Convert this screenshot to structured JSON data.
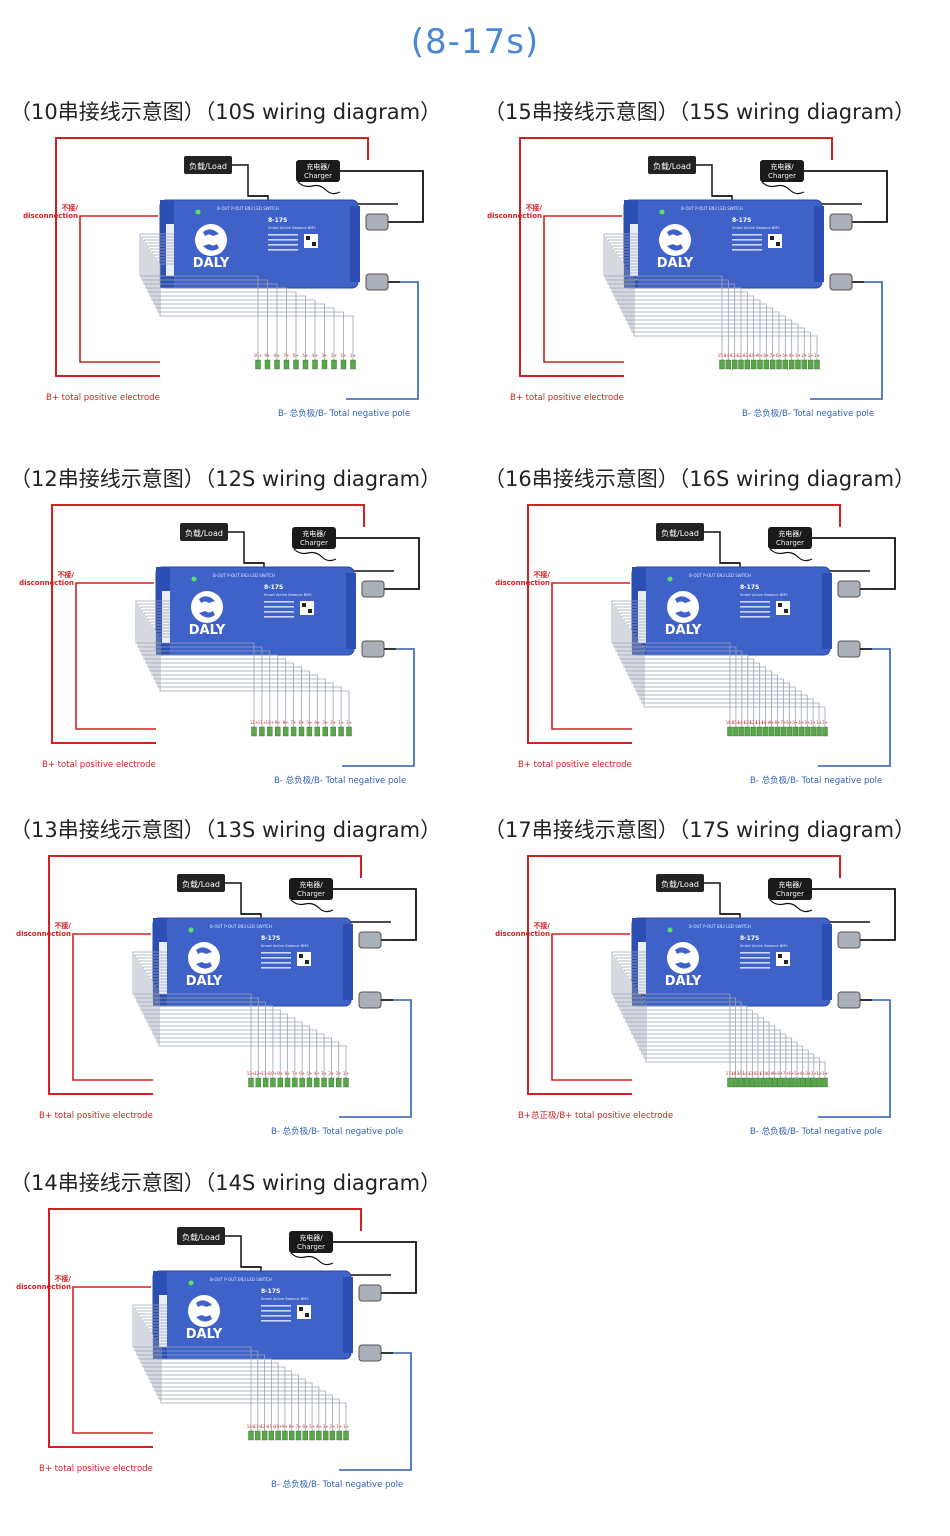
{
  "page": {
    "title": "(8-17s)"
  },
  "common": {
    "load_label": "负载/Load",
    "charger_label_cn": "充电器/",
    "charger_label_en": "Charger",
    "disconnect_cn": "不接/",
    "disconnect_en": "disconnection",
    "logo_text": "DALY",
    "bms_model": "8-17S",
    "bms_subtitle": "Smart Active Balance BMS",
    "bms_port_labels": "B-OUT  P-OUT  EN3  LED  SWITCH",
    "colors": {
      "title_blue": "#4a86d6",
      "bms_blue": "#3f62c9",
      "wire_red": "#d42020",
      "wire_blue": "#2f5fb6",
      "wire_black": "#111111",
      "connector_green": "#5aa64b"
    }
  },
  "diagrams": [
    {
      "id": "10s",
      "heading": "（10串接线示意图）（10S wiring diagram）",
      "series": 10,
      "bplus_label": "B+ total positive electrode",
      "bminus_label": "B- 总负极/B- Total negative pole"
    },
    {
      "id": "15s",
      "heading": "（15串接线示意图）（15S wiring diagram）",
      "series": 15,
      "bplus_label": "B+ total positive electrode",
      "bminus_label": "B- 总负极/B- Total negative pole"
    },
    {
      "id": "12s",
      "heading": "（12串接线示意图）（12S wiring diagram）",
      "series": 12,
      "bplus_label": "B+ total positive electrode",
      "bminus_label": "B- 总负极/B- Total negative pole"
    },
    {
      "id": "16s",
      "heading": "（16串接线示意图）（16S wiring diagram）",
      "series": 16,
      "bplus_label": "B+ total positive electrode",
      "bminus_label": "B- 总负极/B- Total negative pole"
    },
    {
      "id": "13s",
      "heading": "（13串接线示意图）（13S wiring diagram）",
      "series": 13,
      "bplus_label": "B+ total positive electrode",
      "bminus_label": "B- 总负极/B- Total negative pole"
    },
    {
      "id": "17s",
      "heading": "（17串接线示意图）（17S wiring diagram）",
      "series": 17,
      "bplus_label": "B+总正极/B+ total positive electrode",
      "bminus_label": "B- 总负极/B- Total negative pole"
    },
    {
      "id": "14s",
      "heading": "（14串接线示意图）（14S wiring diagram）",
      "series": 14,
      "bplus_label": "B+ total positive electrode",
      "bminus_label": "B- 总负极/B- Total negative pole"
    }
  ]
}
